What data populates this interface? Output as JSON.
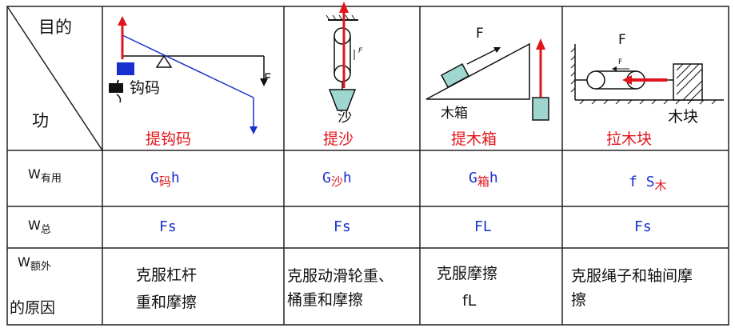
{
  "header": {
    "purpose_label": "目的",
    "work_label": "功"
  },
  "columns": [
    {
      "caption": "提钩码",
      "diagram_labels": {
        "force": "F",
        "weight": "钩码"
      },
      "useful_work": {
        "G": "G",
        "sub": "码",
        "h": "h"
      },
      "total_work": "Fs",
      "extra_reason": [
        "克服杠杆",
        "重和摩擦"
      ]
    },
    {
      "caption": "提沙",
      "diagram_labels": {
        "force": "F",
        "load": "沙"
      },
      "useful_work": {
        "G": "G",
        "sub": "沙",
        "h": "h"
      },
      "total_work": "Fs",
      "extra_reason": [
        "克服动滑轮重、",
        "桶重和摩擦"
      ]
    },
    {
      "caption": "提木箱",
      "diagram_labels": {
        "force": "F",
        "box": "木箱"
      },
      "useful_work": {
        "G": "G",
        "sub": "箱",
        "h": "h"
      },
      "total_work": "FL",
      "extra_reason": [
        "克服摩擦",
        "fL"
      ]
    },
    {
      "caption": "拉木块",
      "diagram_labels": {
        "force": "F",
        "small_force": "F",
        "block": "木块"
      },
      "useful_work": {
        "f": "f",
        "S": "S",
        "sub": "木"
      },
      "total_work": "Fs",
      "extra_reason": [
        "克服绳子和轴间摩",
        "擦"
      ]
    }
  ],
  "rows": {
    "useful_label": {
      "W": "W",
      "sub": "有用"
    },
    "total_label": {
      "W": "W",
      "sub": "总"
    },
    "extra_label": {
      "W": "W",
      "sub": "额外",
      "line2": "的原因"
    }
  },
  "colors": {
    "red": "#e0151b",
    "blue": "#1a2fd0",
    "grid": "#222222"
  }
}
